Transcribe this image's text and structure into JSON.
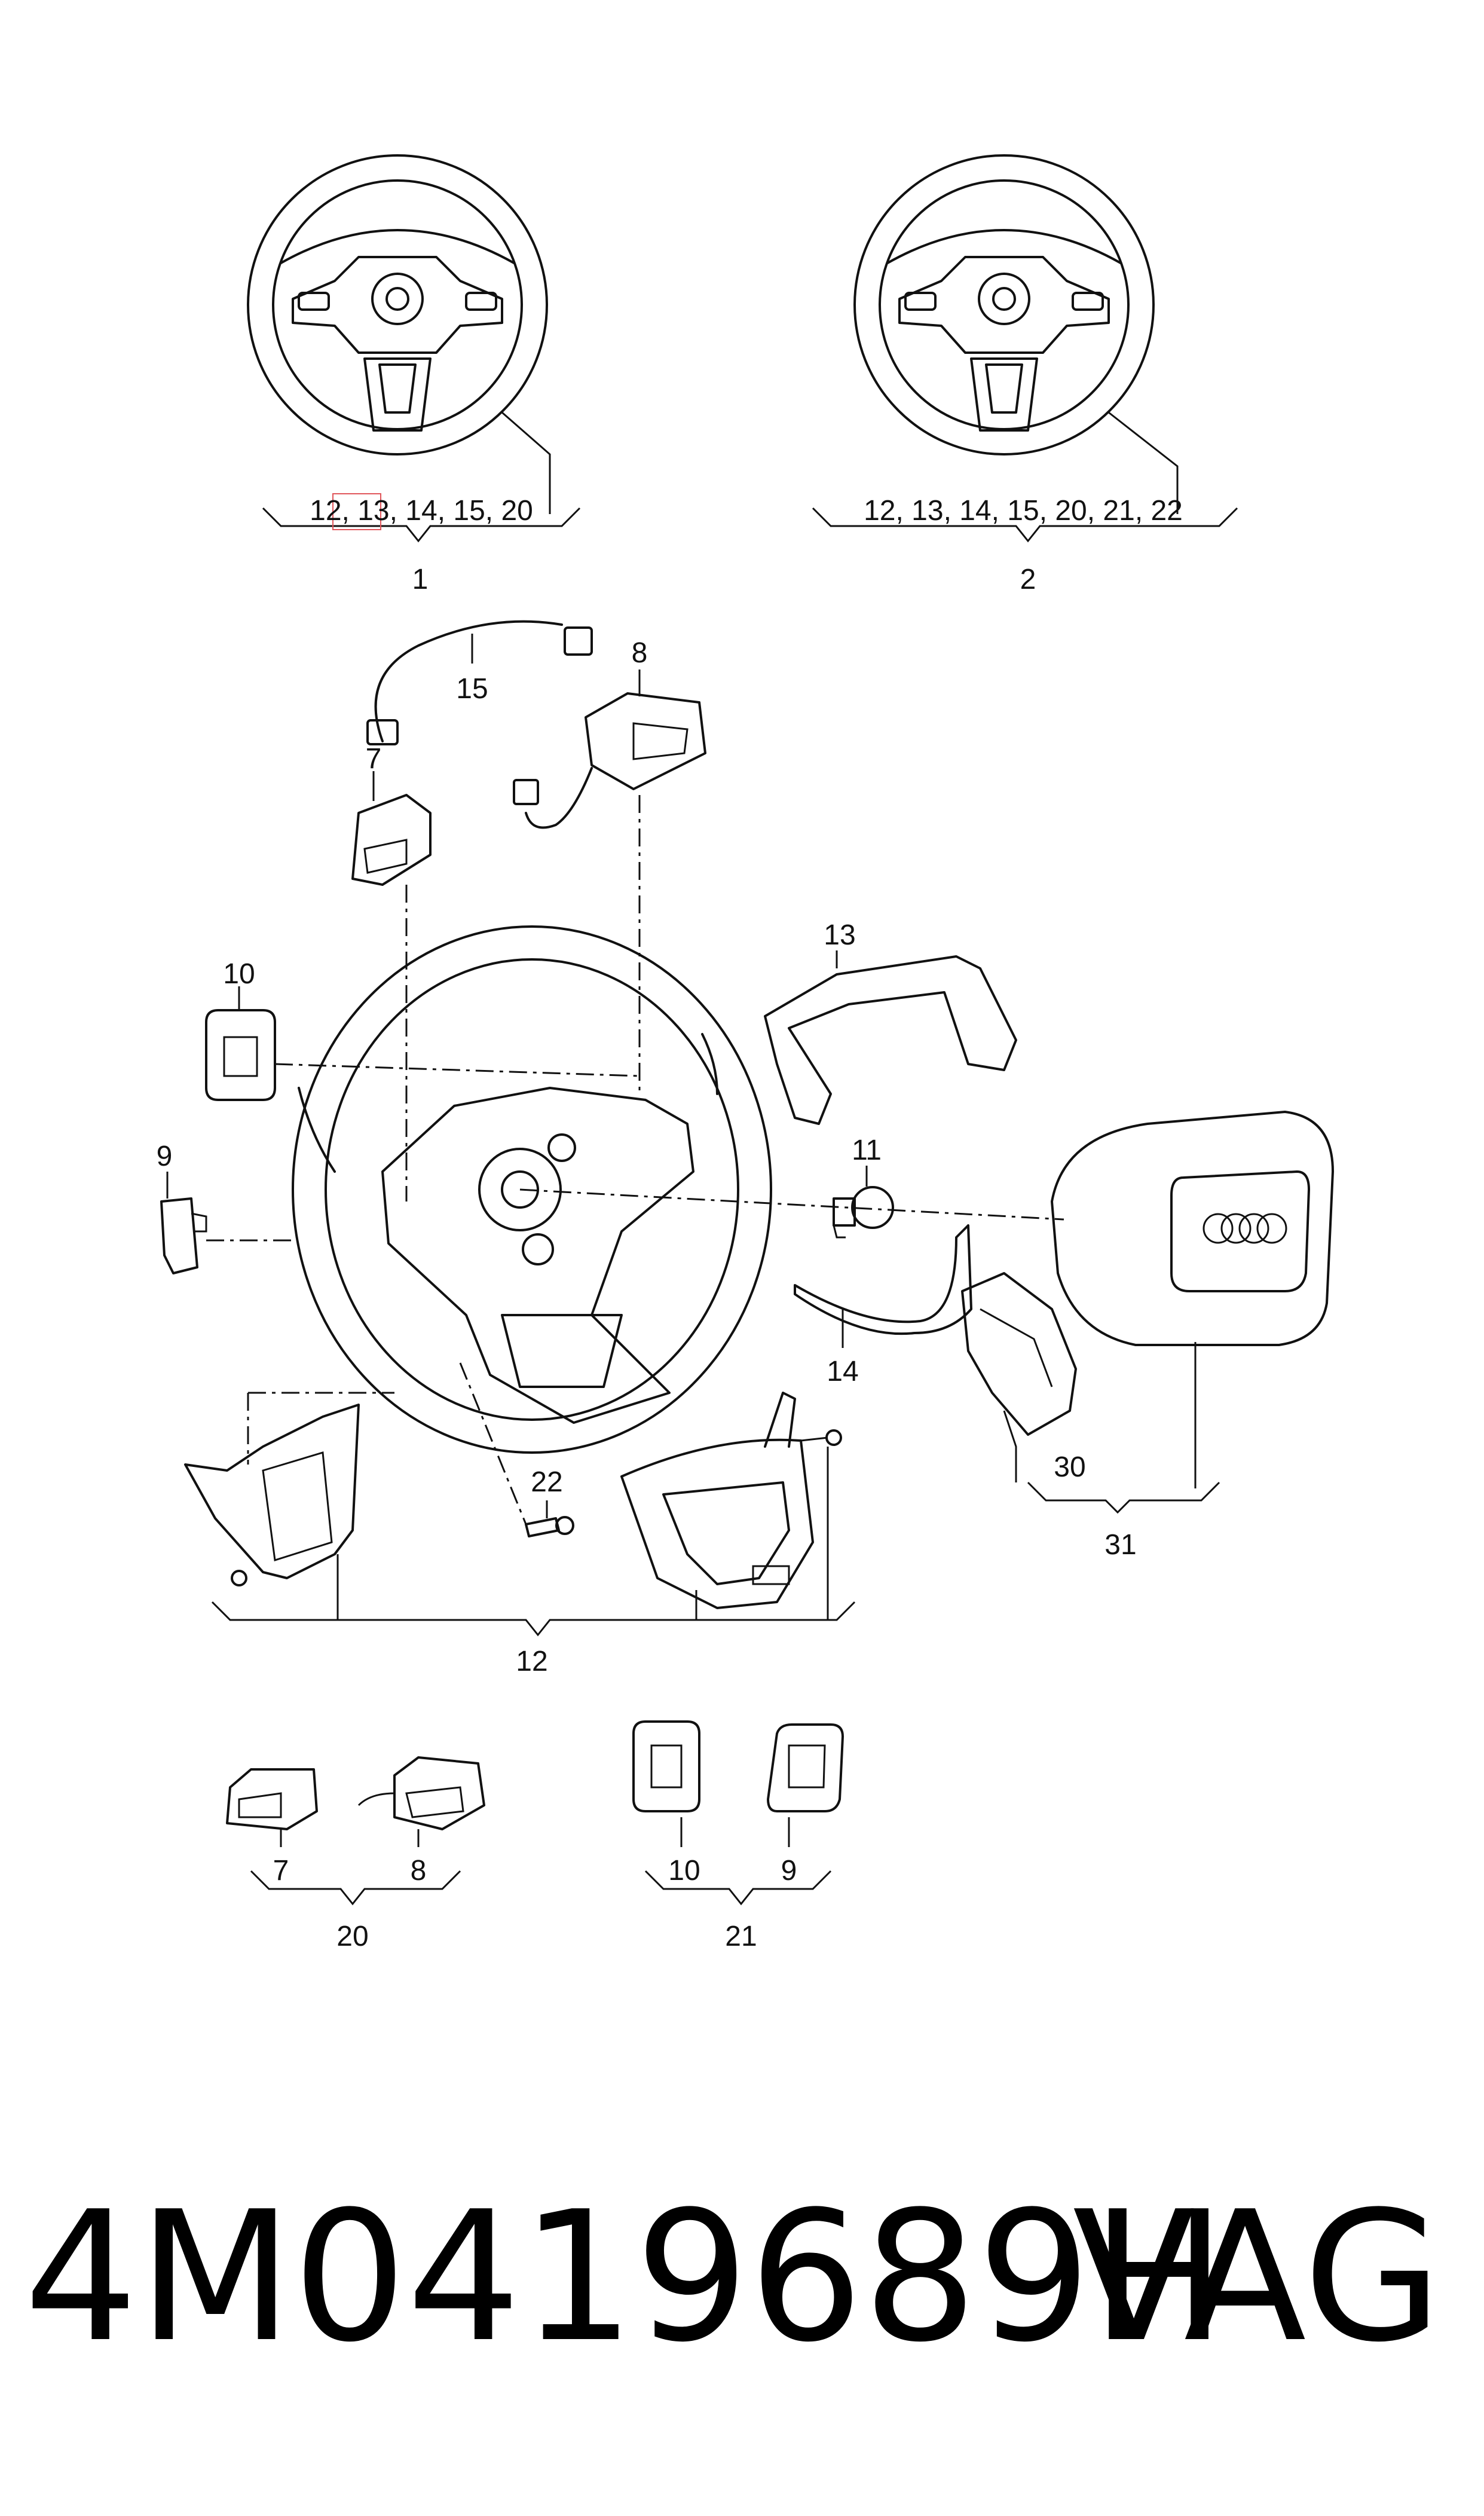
{
  "diagram": {
    "assemblies": [
      {
        "id": "1",
        "contents": [
          "12,",
          "13,",
          "14,",
          "15,",
          "20"
        ],
        "highlighted": "13,"
      },
      {
        "id": "2",
        "contents": "12, 13, 14, 15, 20, 21, 22"
      }
    ],
    "callouts": {
      "p15": "15",
      "p8": "8",
      "p7": "7",
      "p10": "10",
      "p9": "9",
      "p13": "13",
      "p11": "11",
      "p14": "14",
      "p22": "22",
      "p30": "30",
      "p31": "31",
      "p12": "12",
      "p20": "20",
      "p20_7": "7",
      "p20_8": "8",
      "p21": "21",
      "p21_10": "10",
      "p21_9": "9"
    },
    "highlight_color": "#e0565b"
  },
  "footer": {
    "part_number": "4M0419689H",
    "brand": "VAG"
  }
}
